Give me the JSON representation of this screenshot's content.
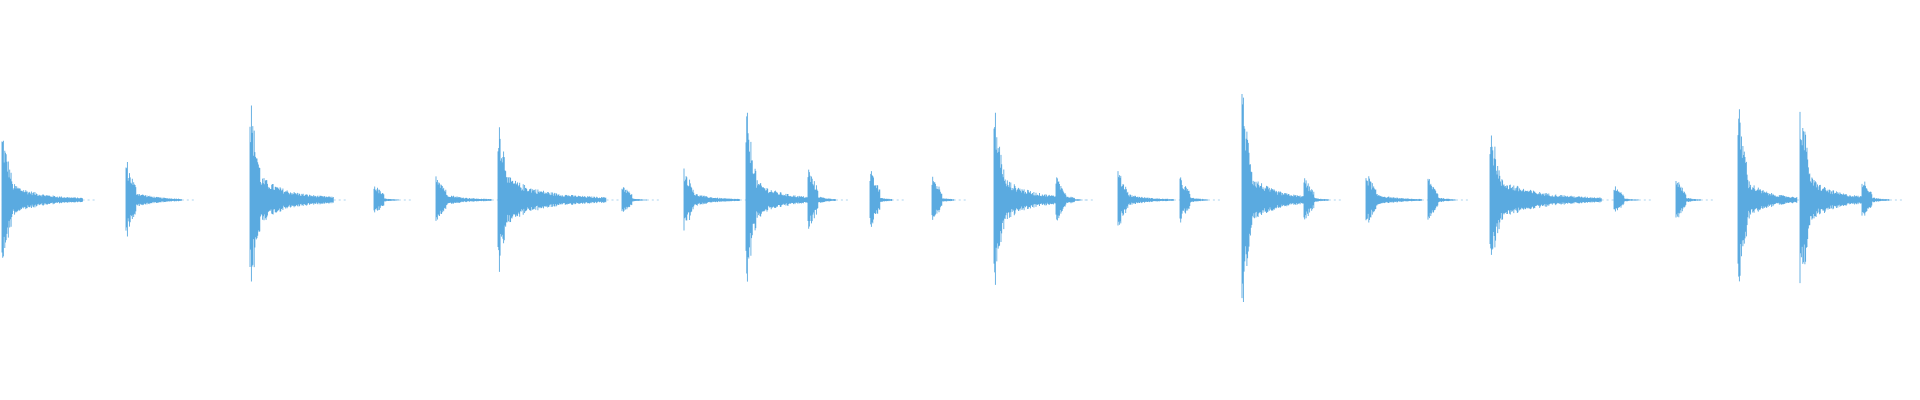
{
  "waveform": {
    "color": "#5aaae0",
    "background": "#ffffff",
    "duration_units": 31,
    "events": [
      {
        "t": 0.0,
        "amp": 0.42,
        "decay": 1.3
      },
      {
        "t": 2.0,
        "amp": 0.24,
        "decay": 0.9
      },
      {
        "t": 4.0,
        "amp": 0.6,
        "decay": 1.35
      },
      {
        "t": 6.0,
        "amp": 0.1,
        "decay": 0.4
      },
      {
        "t": 7.0,
        "amp": 0.18,
        "decay": 0.9
      },
      {
        "t": 8.0,
        "amp": 0.52,
        "decay": 1.75
      },
      {
        "t": 10.0,
        "amp": 0.1,
        "decay": 0.4
      },
      {
        "t": 11.0,
        "amp": 0.2,
        "decay": 0.9
      },
      {
        "t": 12.0,
        "amp": 0.53,
        "decay": 1.1
      },
      {
        "t": 13.0,
        "amp": 0.2,
        "decay": 0.45
      },
      {
        "t": 14.0,
        "amp": 0.18,
        "decay": 0.35
      },
      {
        "t": 15.0,
        "amp": 0.16,
        "decay": 0.35
      },
      {
        "t": 16.0,
        "amp": 0.55,
        "decay": 1.3
      },
      {
        "t": 17.0,
        "amp": 0.14,
        "decay": 0.4
      },
      {
        "t": 18.0,
        "amp": 0.18,
        "decay": 0.9
      },
      {
        "t": 19.0,
        "amp": 0.14,
        "decay": 0.45
      },
      {
        "t": 20.0,
        "amp": 0.66,
        "decay": 1.1
      },
      {
        "t": 21.0,
        "amp": 0.14,
        "decay": 0.4
      },
      {
        "t": 22.0,
        "amp": 0.18,
        "decay": 0.9
      },
      {
        "t": 23.0,
        "amp": 0.14,
        "decay": 0.45
      },
      {
        "t": 24.0,
        "amp": 0.48,
        "decay": 1.8
      },
      {
        "t": 26.0,
        "amp": 0.1,
        "decay": 0.4
      },
      {
        "t": 27.0,
        "amp": 0.14,
        "decay": 0.4
      },
      {
        "t": 28.0,
        "amp": 0.56,
        "decay": 0.95
      },
      {
        "t": 29.0,
        "amp": 0.63,
        "decay": 1.1
      },
      {
        "t": 30.0,
        "amp": 0.14,
        "decay": 0.45
      }
    ]
  }
}
